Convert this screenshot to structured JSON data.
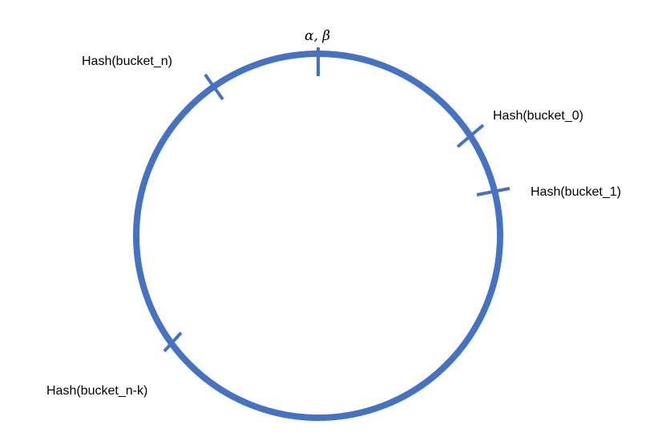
{
  "diagram": {
    "ring_color": "#4472C4",
    "text_color": "#000000",
    "top_label": "α, β",
    "labels": {
      "bucket_n": "Hash(bucket_n)",
      "bucket_0": "Hash(bucket_0)",
      "bucket_1": "Hash(bucket_1)",
      "bucket_nk": "Hash(bucket_n-k)"
    }
  }
}
